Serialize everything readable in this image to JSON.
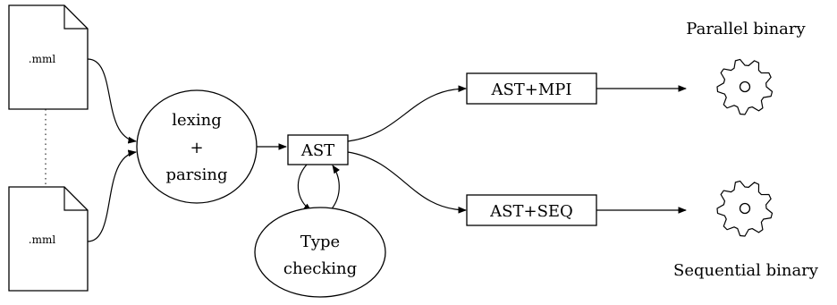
{
  "files": [
    {
      "label": ".mml"
    },
    {
      "label": ".mml"
    }
  ],
  "lexing_node": {
    "line1": "lexing",
    "line2": "+",
    "line3": "parsing"
  },
  "ast_box": {
    "label": "AST"
  },
  "type_check_node": {
    "line1": "Type",
    "line2": "checking"
  },
  "mpi_box": {
    "label": "AST+MPI"
  },
  "seq_box": {
    "label": "AST+SEQ"
  },
  "outputs": {
    "parallel": {
      "label": "Parallel binary",
      "icon": "gear-icon"
    },
    "sequential": {
      "label": "Sequential binary",
      "icon": "gear-icon"
    }
  }
}
